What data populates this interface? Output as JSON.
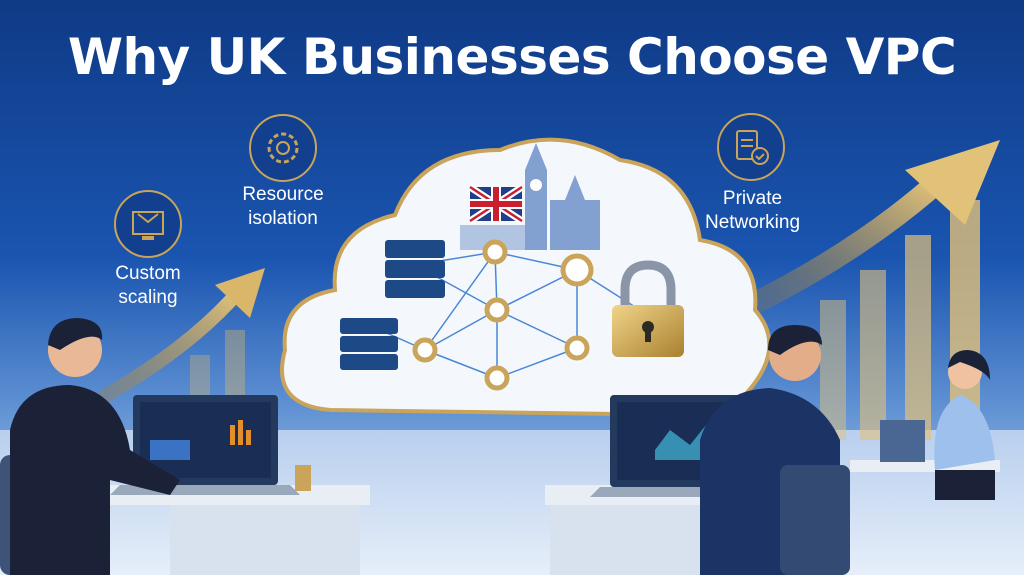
{
  "title": "Why UK Businesses Choose VPC",
  "features": [
    {
      "label_line1": "Custom",
      "label_line2": "scaling",
      "icon": "monitor-scaling-icon"
    },
    {
      "label_line1": "Resource",
      "label_line2": "isolation",
      "icon": "gear-icon"
    },
    {
      "label_line1": "Private",
      "label_line2": "Networking",
      "icon": "document-check-icon"
    }
  ],
  "colors": {
    "accent_gold": "#c9a45a",
    "background_blue": "#1a55b0",
    "cloud_white": "#f4f8fd"
  }
}
